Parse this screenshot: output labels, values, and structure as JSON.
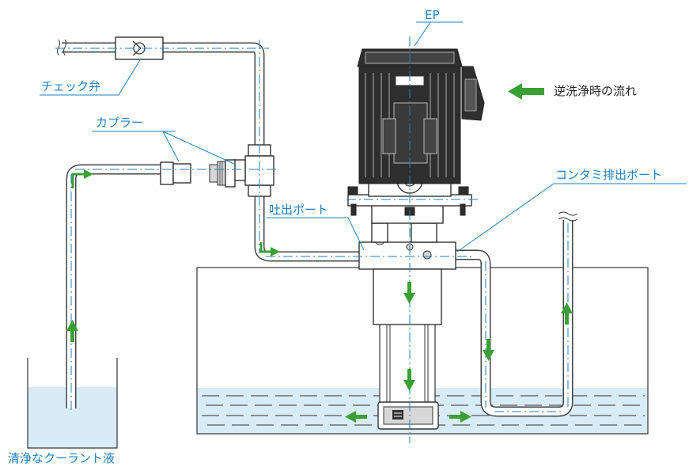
{
  "labels": {
    "ep": "EP",
    "check_valve": "チェック弁",
    "coupler": "カプラー",
    "discharge_port": "吐出ポート",
    "contamination_port": "コンタミ排出ポート",
    "backwash_flow": "逆洗浄時の流れ",
    "clean_coolant": "清浄なクーラント液"
  },
  "colors": {
    "label_blue": "#1d7fc4",
    "flow_green": "#3aa035",
    "liquid": "#d8ecf8",
    "line": "#333333"
  },
  "icons": {
    "flow_arrow": "green-arrow-icon",
    "motor": "motor-icon",
    "pump": "pump-icon",
    "check_valve": "check-valve-icon",
    "coupler": "coupler-icon"
  }
}
